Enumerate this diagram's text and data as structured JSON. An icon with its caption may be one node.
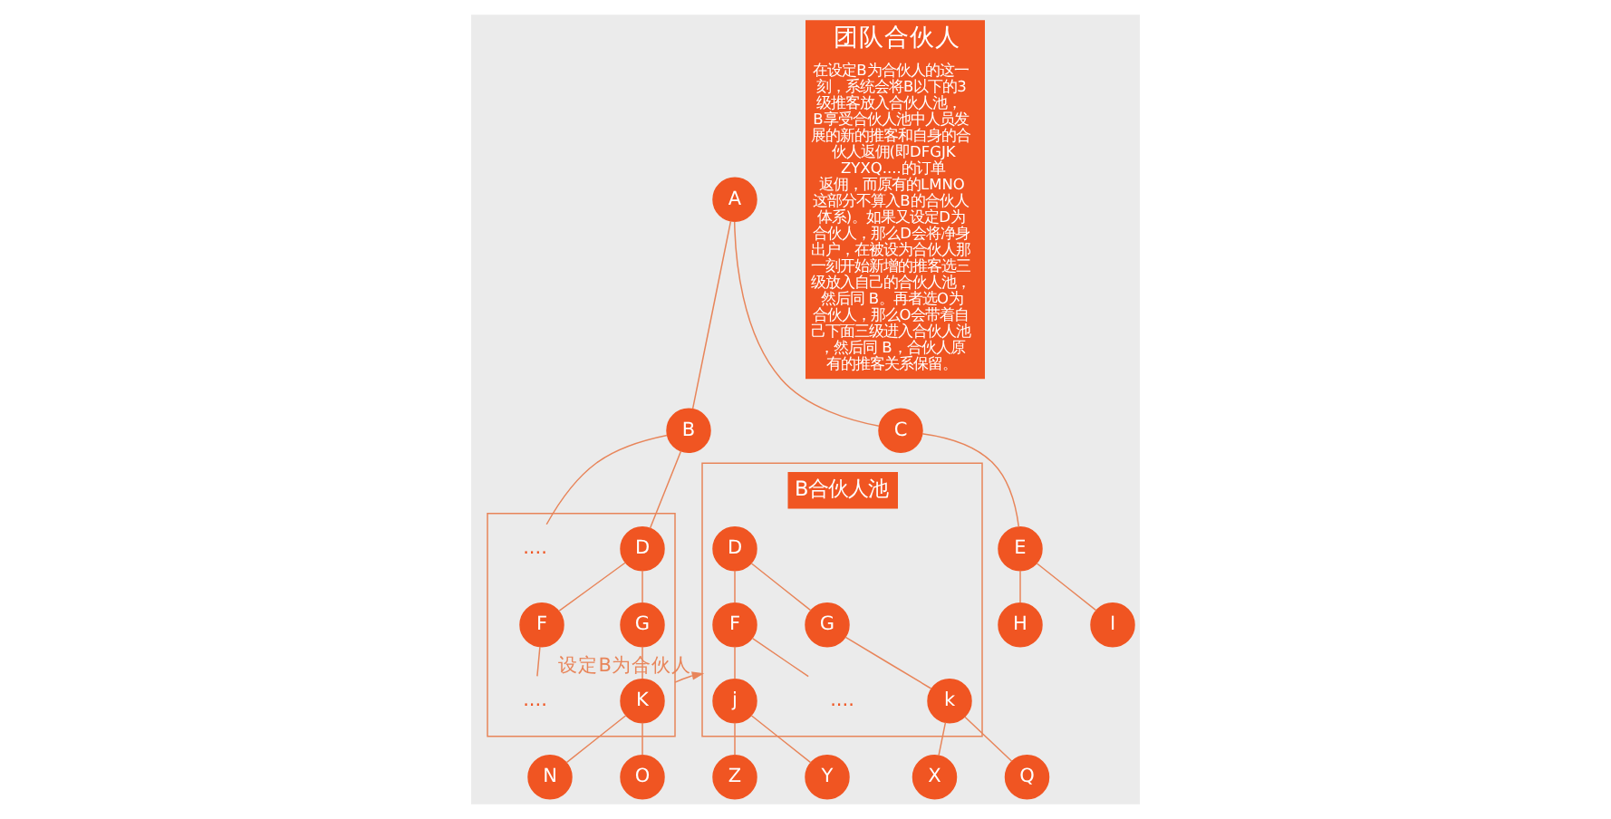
{
  "diagram": {
    "nodes": [
      {
        "text": [
          "A"
        ]
      },
      {
        "text": [
          "B"
        ]
      },
      {
        "text": [
          "C"
        ]
      },
      {
        "text": [],
        "shape": "box"
      },
      {
        "text": [
          "D"
        ],
        "in": 3
      },
      {
        "text": [
          "...."
        ],
        "in": 3
      },
      {
        "text": [
          "F"
        ],
        "in": 3
      },
      {
        "text": [
          "G"
        ],
        "in": 3
      },
      {
        "text": [
          "...."
        ],
        "in": 3
      },
      {
        "text": [
          "K"
        ],
        "in": 3
      },
      {
        "text": [
          "E"
        ]
      },
      {
        "text": [
          "H"
        ]
      },
      {
        "text": [
          "I"
        ]
      },
      {
        "text": [
          "N"
        ]
      },
      {
        "text": [
          "O"
        ]
      },
      {
        "text": [
          "B合伙人池"
        ]
      },
      {
        "text": [
          "D"
        ],
        "in": 15
      },
      {
        "text": [
          "F"
        ],
        "in": 15
      },
      {
        "text": [
          "G"
        ],
        "in": 15
      },
      {
        "text": [
          "j"
        ],
        "in": 15
      },
      {
        "text": [
          "...."
        ],
        "in": 15
      },
      {
        "text": [
          "k"
        ],
        "in": 15
      },
      {
        "text": [
          "Z"
        ]
      },
      {
        "text": [
          "Y"
        ]
      },
      {
        "text": [
          "X"
        ]
      },
      {
        "text": [
          "Q"
        ]
      },
      {
        "text": [
          "团队合伙人",
          "在设定B为合伙人的这一刻，系统会将B以下的3级推客放入合伙人池， B享受合伙人池中人员发展的新的推客和自身的合伙人返佣(即DFGJKZYXQ....的订单返佣，而原有的LMNO这部分不算入B的合伙人体系)。如果又设定D为合伙人，那么D会将净身出户，在被设为合伙人那一刻开始新增的推客选三级放入自己的合伙人池，然后同 B。再者选O为合伙人，那么O会带着自己下面三级进入合伙人池，然后同 B，合伙人原有的推客关系保留。"
        ]
      }
    ],
    "edges": [
      {
        "from": 0,
        "to": 1,
        "arrow": "none"
      },
      {
        "from": 0,
        "to": 2,
        "arrow": "none"
      },
      {
        "from": 1,
        "to": 4,
        "arrow": "none"
      },
      {
        "from": 1,
        "to": 5,
        "arrow": "none"
      },
      {
        "from": 2,
        "to": 10,
        "arrow": "none"
      },
      {
        "from": 10,
        "to": 11,
        "arrow": "none"
      },
      {
        "from": 10,
        "to": 12,
        "arrow": "none"
      },
      {
        "from": 4,
        "to": 6,
        "arrow": "none"
      },
      {
        "from": 4,
        "to": 7,
        "arrow": "none"
      },
      {
        "from": 6,
        "to": 8,
        "arrow": "none"
      },
      {
        "from": 7,
        "to": 9,
        "arrow": "none"
      },
      {
        "from": 9,
        "to": 13,
        "arrow": "none"
      },
      {
        "from": 9,
        "to": 14,
        "arrow": "none"
      },
      {
        "from": 3,
        "to": 15,
        "arrow": "to",
        "label": "设定B为合伙人"
      },
      {
        "from": 16,
        "to": 17,
        "arrow": "none"
      },
      {
        "from": 16,
        "to": 18,
        "arrow": "none"
      },
      {
        "from": 17,
        "to": 19,
        "arrow": "none"
      },
      {
        "from": 17,
        "to": 20,
        "arrow": "none"
      },
      {
        "from": 18,
        "to": 21,
        "arrow": "none"
      },
      {
        "from": 19,
        "to": 22,
        "arrow": "none"
      },
      {
        "from": 19,
        "to": 23,
        "arrow": "none"
      },
      {
        "from": 21,
        "to": 24,
        "arrow": "none"
      },
      {
        "from": 21,
        "to": 25,
        "arrow": "none"
      }
    ]
  }
}
